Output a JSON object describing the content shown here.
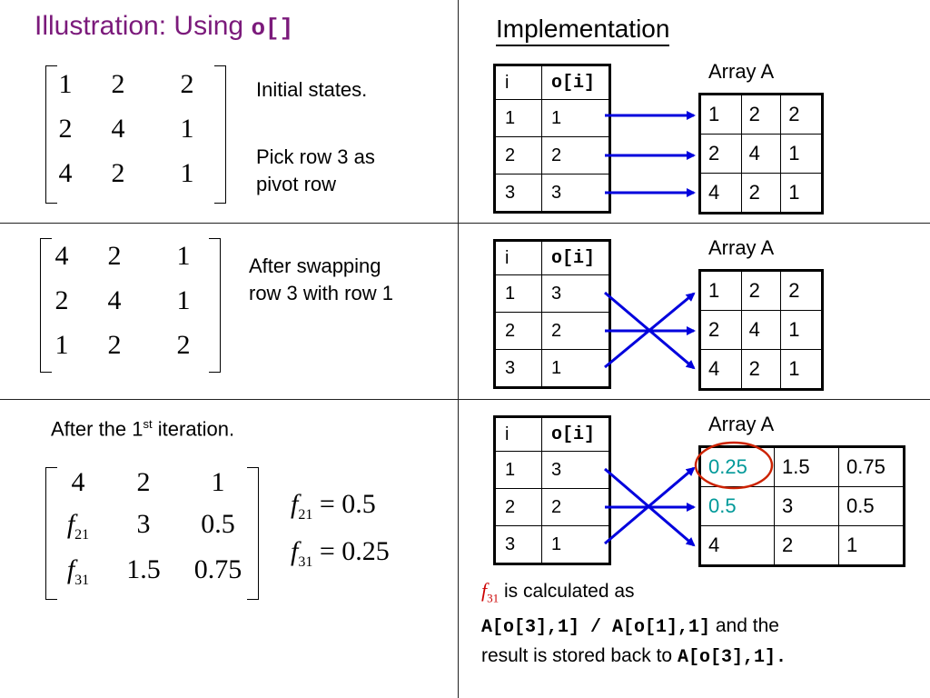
{
  "title": {
    "prefix": "Illustration: Using ",
    "code": "o[]"
  },
  "implementation_heading": "Implementation",
  "sections": [
    {
      "matrix": [
        [
          "1",
          "2",
          "2"
        ],
        [
          "2",
          "4",
          "1"
        ],
        [
          "4",
          "2",
          "1"
        ]
      ],
      "notes": [
        "Initial states.",
        "Pick row 3 as",
        "pivot row"
      ],
      "array_label": "Array A",
      "o_table": {
        "headers": [
          "i",
          "o[i]"
        ],
        "rows": [
          [
            "1",
            "1"
          ],
          [
            "2",
            "2"
          ],
          [
            "3",
            "3"
          ]
        ]
      },
      "array_a": [
        [
          "1",
          "2",
          "2"
        ],
        [
          "2",
          "4",
          "1"
        ],
        [
          "4",
          "2",
          "1"
        ]
      ]
    },
    {
      "matrix": [
        [
          "4",
          "2",
          "1"
        ],
        [
          "2",
          "4",
          "1"
        ],
        [
          "1",
          "2",
          "2"
        ]
      ],
      "notes": [
        "After swapping",
        "row 3 with row 1"
      ],
      "array_label": "Array A",
      "o_table": {
        "headers": [
          "i",
          "o[i]"
        ],
        "rows": [
          [
            "1",
            "3"
          ],
          [
            "2",
            "2"
          ],
          [
            "3",
            "1"
          ]
        ]
      },
      "array_a": [
        [
          "1",
          "2",
          "2"
        ],
        [
          "2",
          "4",
          "1"
        ],
        [
          "4",
          "2",
          "1"
        ]
      ]
    },
    {
      "iteration_note": {
        "prefix": "After the 1",
        "sup": "st",
        "suffix": " iteration."
      },
      "matrix": [
        [
          "4",
          "2",
          "1"
        ],
        [
          "f",
          "3",
          "0.5"
        ],
        [
          "f",
          "1.5",
          "0.75"
        ]
      ],
      "matrix_subscripts": {
        "row2": "21",
        "row3": "31"
      },
      "equations": [
        {
          "var": "f",
          "sub": "21",
          "rhs": " = 0.5"
        },
        {
          "var": "f",
          "sub": "31",
          "rhs": " = 0.25"
        }
      ],
      "array_label": "Array A",
      "o_table": {
        "headers": [
          "i",
          "o[i]"
        ],
        "rows": [
          [
            "1",
            "3"
          ],
          [
            "2",
            "2"
          ],
          [
            "3",
            "1"
          ]
        ]
      },
      "array_a": [
        [
          "0.25",
          "1.5",
          "0.75"
        ],
        [
          "0.5",
          "3",
          "0.5"
        ],
        [
          "4",
          "2",
          "1"
        ]
      ],
      "caption": {
        "var": "f",
        "sub": "31",
        "line1": " is calculated as",
        "code1": "A[o[3],1] / A[o[1],1]",
        "line2_suffix": " and the",
        "line3_prefix": "result is stored back to ",
        "code2": "A[o[3],1]."
      }
    }
  ],
  "colors": {
    "title": "#7b1a7b",
    "arrow": "#0000dd",
    "highlight_circle": "#cc2200",
    "teal_value": "#009999",
    "caption_var": "#cc0000"
  }
}
